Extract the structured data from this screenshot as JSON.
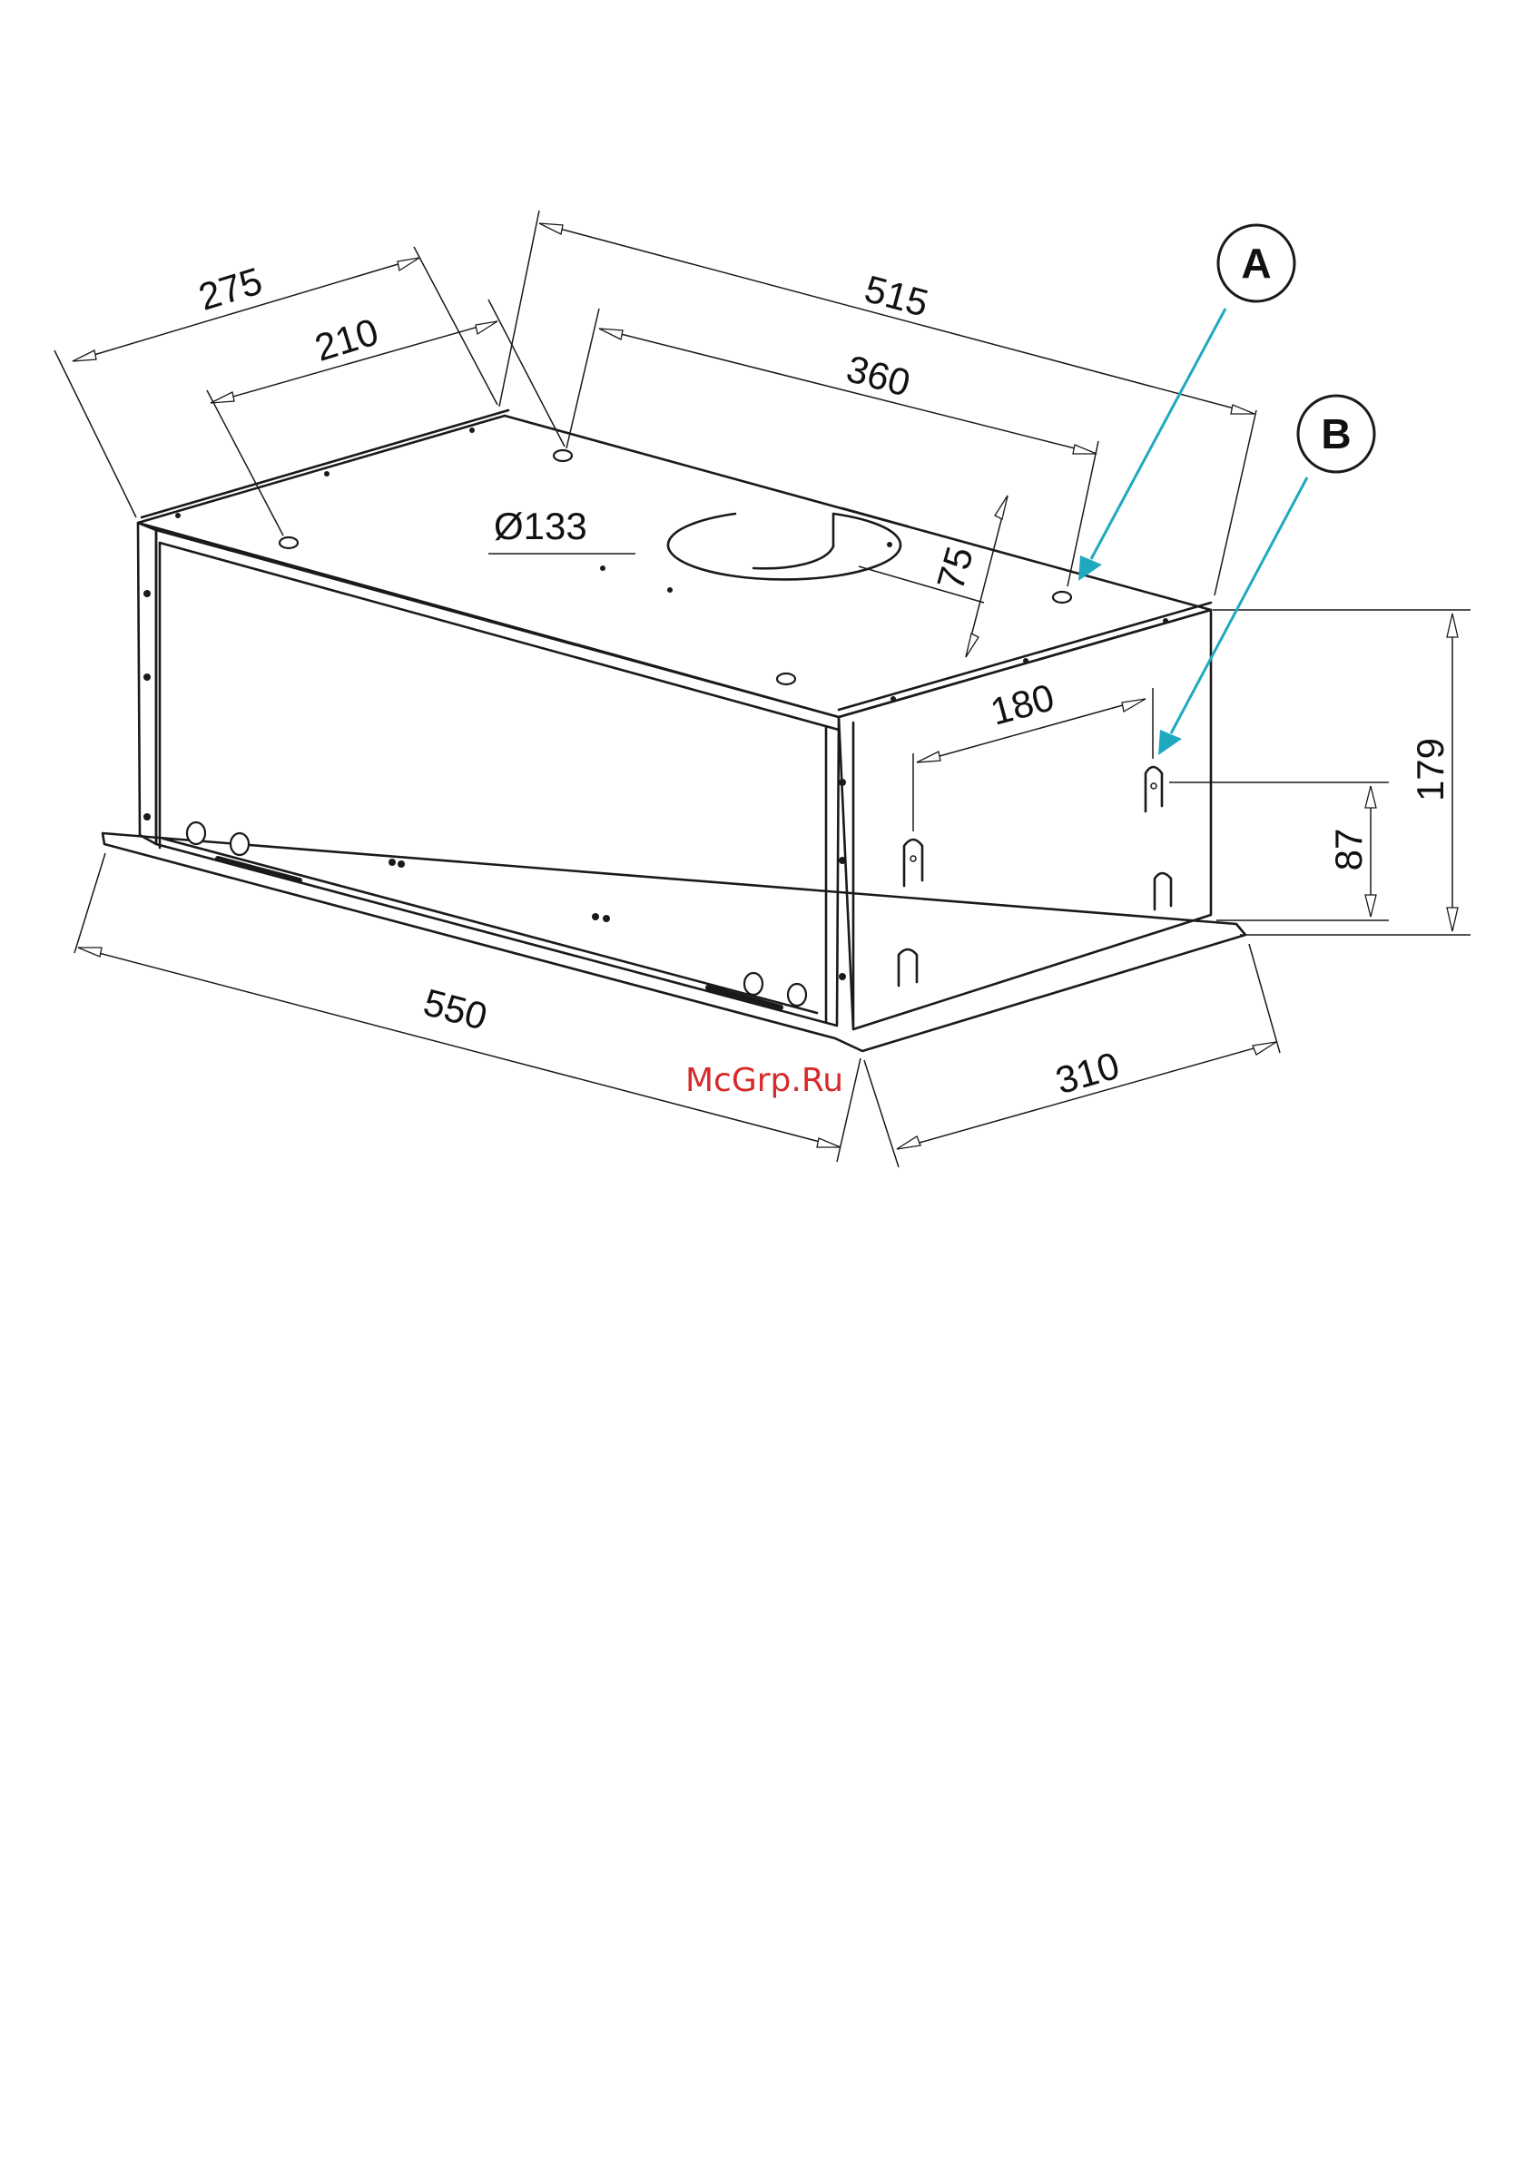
{
  "dimensions": {
    "d275": "275",
    "d210": "210",
    "d515": "515",
    "d360": "360",
    "d133": "Ø133",
    "d75": "75",
    "d180": "180",
    "d179": "179",
    "d87": "87",
    "d550": "550",
    "d310": "310"
  },
  "callouts": {
    "a": "A",
    "b": "B"
  },
  "watermark": "McGrp.Ru",
  "colors": {
    "lines": "#1a1a1a",
    "callout_arrows": "#1fa9bf",
    "watermark": "#d62a2a"
  }
}
